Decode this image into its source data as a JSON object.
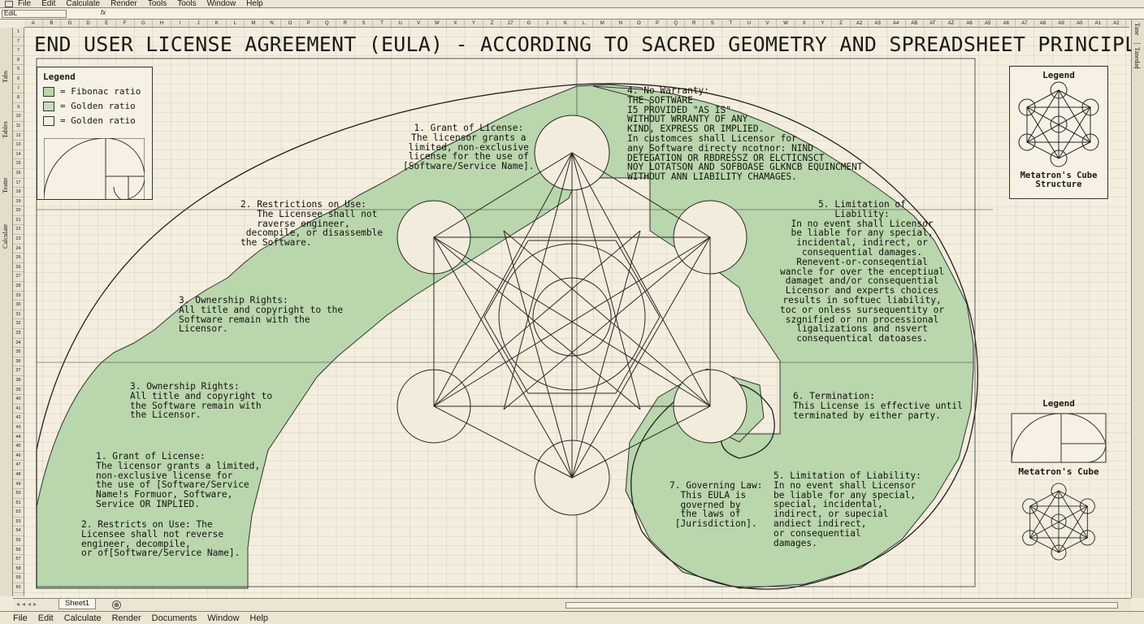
{
  "menus": {
    "top": [
      "File",
      "Edit",
      "Calculate",
      "Render",
      "Tools",
      "Tools",
      "Window",
      "Help"
    ],
    "bottom": [
      "File",
      "Edit",
      "Calculate",
      "Render",
      "Documents",
      "Window",
      "Help"
    ]
  },
  "namebox": "EdiL",
  "fx_symbol": "fx",
  "columns": [
    "A",
    "B",
    "G",
    "D",
    "E",
    "F",
    "G",
    "H",
    "I",
    "J",
    "K",
    "L",
    "M",
    "N",
    "O",
    "P",
    "Q",
    "R",
    "S",
    "T",
    "U",
    "V",
    "W",
    "X",
    "Y",
    "Z",
    "27",
    "G",
    "J",
    "K",
    "L",
    "M",
    "N",
    "O",
    "P",
    "Q",
    "R",
    "S",
    "T",
    "U",
    "V",
    "W",
    "X",
    "Y",
    "Z",
    "A2",
    "A3",
    "A4",
    "AB",
    "AT",
    "AZ",
    "A6",
    "A5",
    "A6",
    "A7",
    "A8",
    "A9",
    "A0",
    "A1",
    "A2"
  ],
  "rows": [
    "1",
    "7",
    "7",
    "8",
    "5",
    "6",
    "7",
    "8",
    "9",
    "10",
    "11",
    "12",
    "13",
    "14",
    "15",
    "16",
    "17",
    "18",
    "19",
    "20",
    "21",
    "22",
    "23",
    "24",
    "25",
    "26",
    "27",
    "28",
    "29",
    "30",
    "31",
    "32",
    "33",
    "34",
    "35",
    "36",
    "37",
    "38",
    "39",
    "40",
    "41",
    "42",
    "43",
    "44",
    "45",
    "46",
    "47",
    "48",
    "49",
    "50",
    "51",
    "52",
    "53",
    "54",
    "55",
    "56",
    "57",
    "58",
    "59",
    "60"
  ],
  "side_tabs": [
    "Tabs",
    "Tables",
    "Teatte",
    "Calculate"
  ],
  "right_rail": [
    "Tane",
    "Tanedae"
  ],
  "title": "END USER LICENSE AGREEMENT (EULA) - ACCORDING TO SACRED GEOMETRY AND SPREADSHEET PRINCIPLES.",
  "legend_left": {
    "title": "Legend",
    "items": [
      {
        "label": "= Fibonac ratio",
        "color": "#b9d6ad"
      },
      {
        "label": "= Golden ratio",
        "color": "#c8dcb9"
      },
      {
        "label": "= Golden ratio",
        "color": "#f4eedf"
      }
    ]
  },
  "legend_right_top": {
    "title": "Legend",
    "caption": "Metatron's Cube\nStructure"
  },
  "legend_right_bottom": {
    "title": "Legend",
    "caption": "Metatron's Cube"
  },
  "clauses": {
    "grant_top": "1. Grant of License:\nThe licensor grants a\nlimited, non-exclusive\nlicense for the use of\n[Software/Service Name].",
    "warranty": "4. No Warranty:\nTHE SOFTWARE\nI5 PROVIDED \"AS IS\"\nWITHOUT WRRANTY OF ANY\nKIND, EXPRESS OR IMPLIED.\nIn customces shall Licensor for\nany Software directy ncotnor: NIND\nDETEGATION OR RBDRESSZ OR ELCTICNSCT\nNOY LOTATSON AND SOFBOASE GLKNCB EQUINCMENT\nWITHOUT ANN LIABILITY CHAMAGES.",
    "restrictions_top": "2. Restrictions on Use:\n   The Licensee shall not\n   raverse engineer,\n decompile, or disassemble\nthe Software.",
    "limitation_top": "5. Limitation of\nLiability:\nIn no event shall Licensor\nbe liable for any special,\nincidental, indirect, or\nconsequential damages.\nRenevent-or-conseqential\nwancle for over the enceptiual\ndamaget and/or consequential\nLicensor and experts choices\nresults in softuec liability,\ntoc or onless sursequentity or\nszgnified or nn processional\nligalizations and nsvert\nconsequentical datoases.",
    "ownership_mid": "3. Ownership Rights:\nAll title and copyright to the\nSoftware remain with the\nLicensor.",
    "ownership_low": "3. Ownership Rights:\nAll title and copyright to\nthe Software remain with\nthe Licensor.",
    "termination": "6. Termination:\nThis License is effective until\nterminated by either party.",
    "grant_low": "1. Grant of License:\nThe licensor grants a limited,\nnon-exclusive license for\nthe use of [Software/Service\nName!s Formuor, Software,\nService OR INPLIED.",
    "restrictions_low": "2. Restricts on Use: The\nLicensee shall not reverse\nengineer, decompile,\nor of[Software/Service Name].",
    "governing_law": "7. Governing Law:\n  This EULA is\n  governed by\n  the laws of\n [Jurisdiction].",
    "limitation_low": "5. Limitation of Liability:\nIn no event shall Licensor\nbe liable for any special,\nspecial, incidental,\nindirect, or supecial\nandiect indirect,\nor consequential\ndamages."
  },
  "sheet_tab": "Sheet1",
  "colors": {
    "green": "#b9d6ad",
    "paper": "#f4eedf",
    "grid": "#c9c1ae",
    "ink": "#1c1a16"
  }
}
